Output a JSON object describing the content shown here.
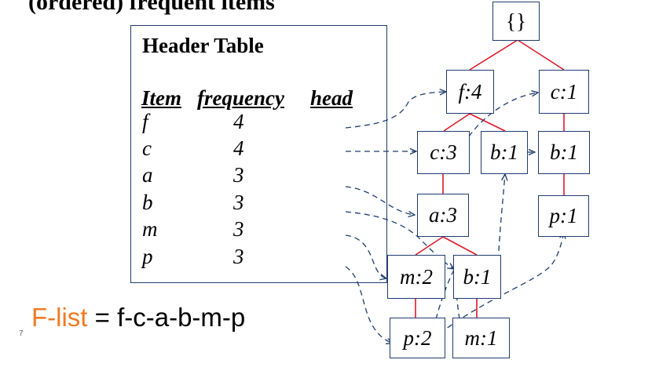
{
  "top_text": "(ordered) frequent items",
  "header_table": {
    "title": "Header Table",
    "columns": [
      "Item",
      "frequency",
      "head"
    ],
    "rows": [
      {
        "item": "f",
        "frequency": "4"
      },
      {
        "item": "c",
        "frequency": "4"
      },
      {
        "item": "a",
        "frequency": "3"
      },
      {
        "item": "b",
        "frequency": "3"
      },
      {
        "item": "m",
        "frequency": "3"
      },
      {
        "item": "p",
        "frequency": "3"
      }
    ]
  },
  "tree": {
    "root": "{}",
    "nodes": {
      "f4": "f:4",
      "c1": "c:1",
      "c3": "c:3",
      "b1_a": "b:1",
      "b1_b": "b:1",
      "a3": "a:3",
      "p1": "p:1",
      "m2": "m:2",
      "b1_c": "b:1",
      "p2": "p:2",
      "m1": "m:1"
    }
  },
  "flist": {
    "label": "F-list",
    "value": " = f-c-a-b-m-p"
  },
  "slide_number": "7",
  "colors": {
    "tree_edge": "#e0192a",
    "box_border": "#1f3c6e",
    "link_arrow": "#1f3c6e",
    "flist_label": "#f07b24"
  }
}
